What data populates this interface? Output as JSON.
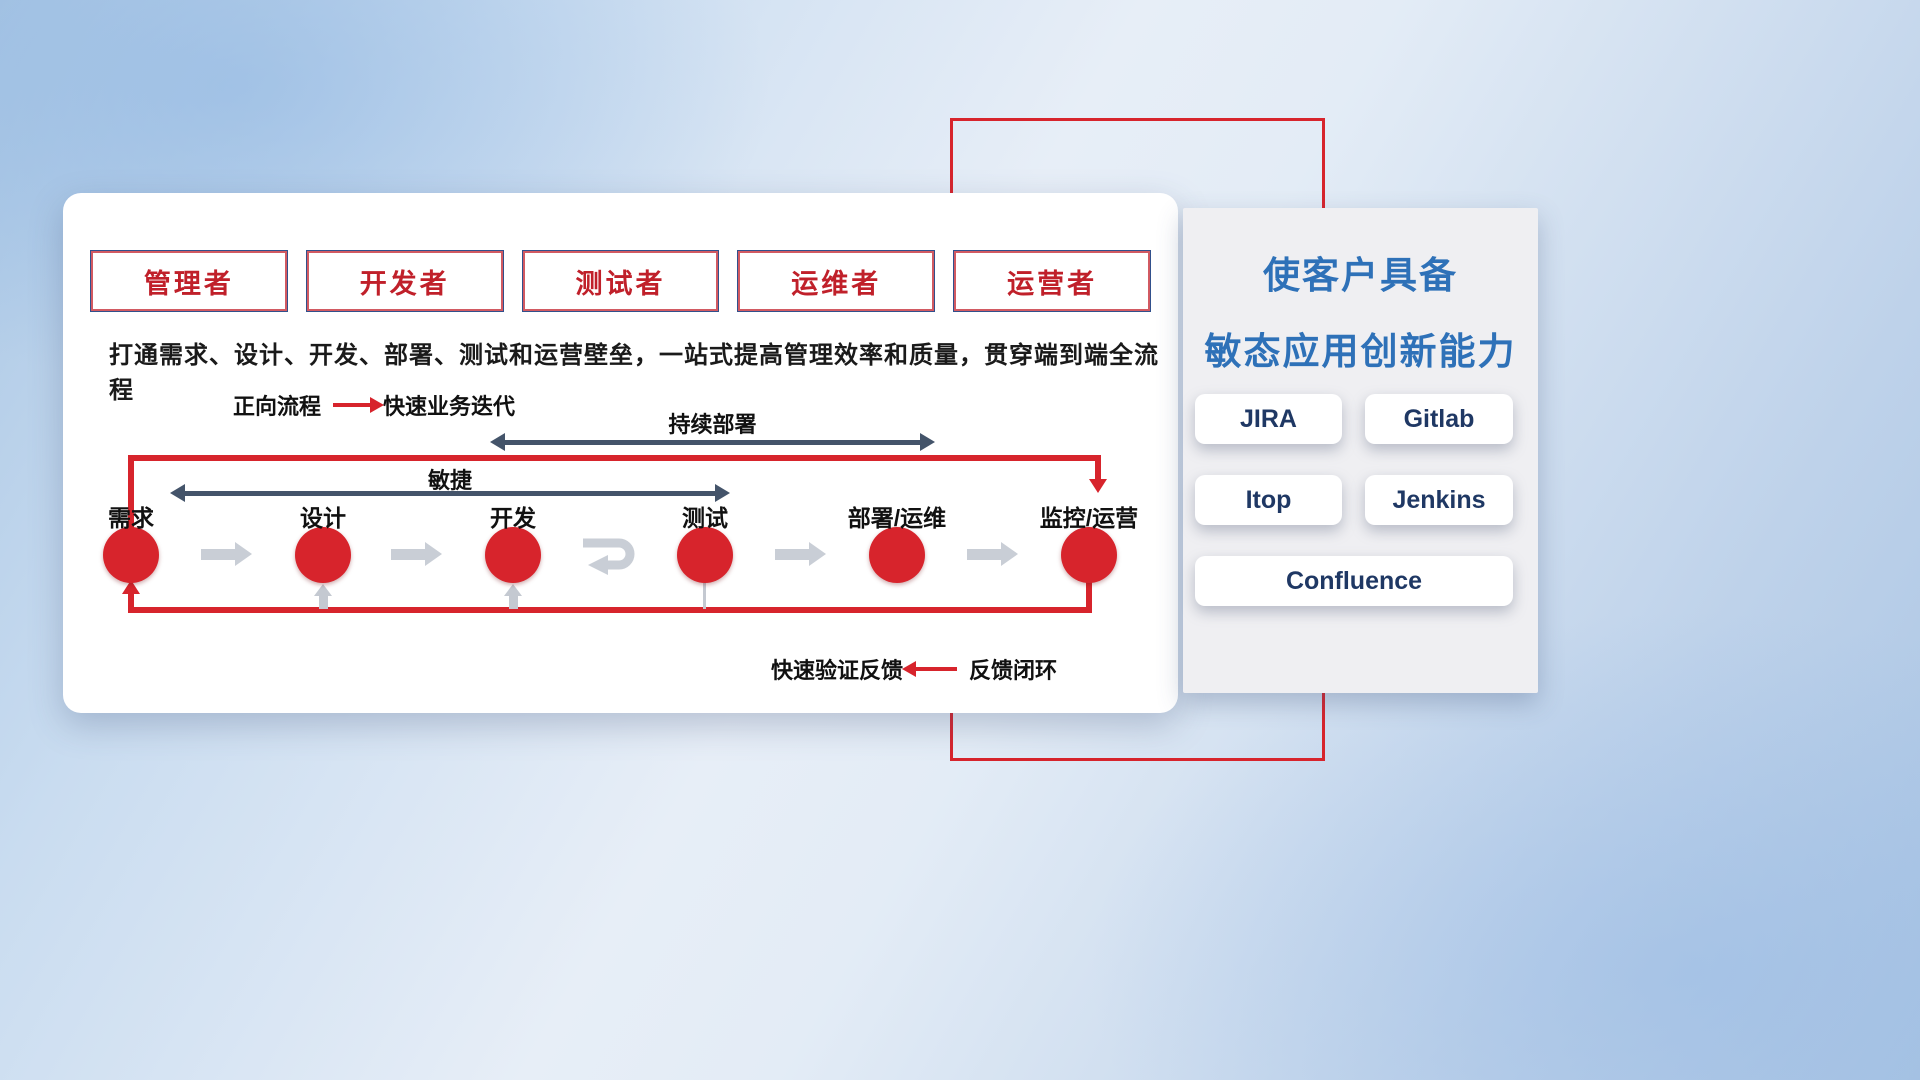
{
  "roles": {
    "items": [
      {
        "label": "管理者"
      },
      {
        "label": "开发者"
      },
      {
        "label": "测试者"
      },
      {
        "label": "运维者"
      },
      {
        "label": "运营者"
      }
    ]
  },
  "description": "打通需求、设计、开发、部署、测试和运营壁垒，一站式提高管理效率和质量，贯穿端到端全流程",
  "legend": {
    "forward_label": "正向流程",
    "forward_value": "快速业务迭代",
    "feedback_label": "快速验证反馈",
    "feedback_value": "反馈闭环"
  },
  "span_labels": {
    "continuous_deploy": "持续部署",
    "agile": "敏捷"
  },
  "flow": {
    "nodes": [
      {
        "label": "需求"
      },
      {
        "label": "设计"
      },
      {
        "label": "开发"
      },
      {
        "label": "测试"
      },
      {
        "label": "部署/运维"
      },
      {
        "label": "监控/运营"
      }
    ]
  },
  "right_panel": {
    "title_line1": "使客户具备",
    "title_line2": "敏态应用创新能力",
    "tools": [
      {
        "label": "JIRA"
      },
      {
        "label": "Gitlab"
      },
      {
        "label": "Itop"
      },
      {
        "label": "Jenkins"
      },
      {
        "label": "Confluence"
      }
    ]
  },
  "colors": {
    "accent_red": "#D7242C",
    "title_blue": "#2E71B8",
    "arrow_dark": "#44546A",
    "arrow_light": "#C9CED6",
    "tool_text": "#1F3864",
    "role_text": "#C0202A"
  }
}
